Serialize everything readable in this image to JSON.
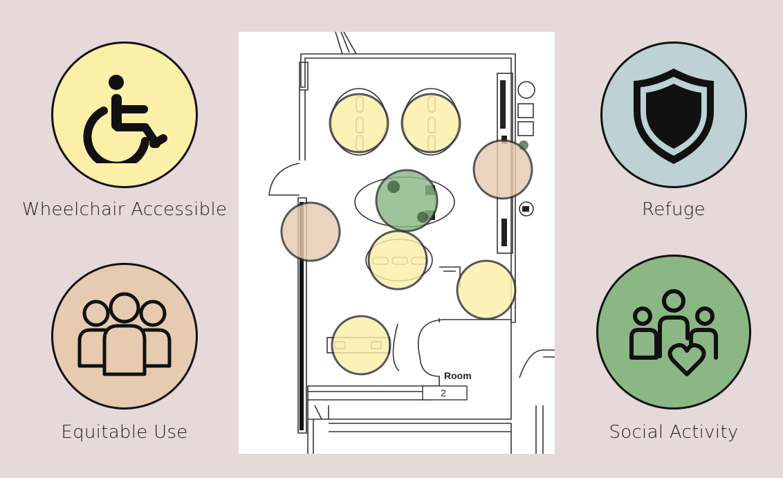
{
  "legend": {
    "wheelchair": {
      "label": "Wheelchair Accessible",
      "icon": "wheelchair-icon",
      "color": "#fcefa8"
    },
    "refuge": {
      "label": "Refuge",
      "icon": "shield-icon",
      "color": "#bed2d5"
    },
    "equitable": {
      "label": "Equitable Use",
      "icon": "group-people-icon",
      "color": "#e6cbb1"
    },
    "social": {
      "label": "Social Activity",
      "icon": "people-heart-icon",
      "color": "#8bb785"
    }
  },
  "plan": {
    "room_label": "Room",
    "room_number": "2"
  }
}
